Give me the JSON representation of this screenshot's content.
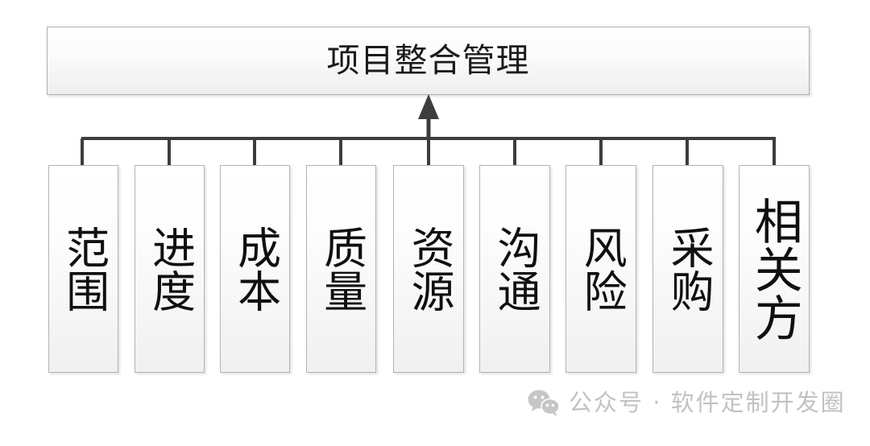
{
  "diagram": {
    "root": {
      "label": "项目整合管理"
    },
    "leaves": [
      {
        "label": "范围"
      },
      {
        "label": "进度"
      },
      {
        "label": "成本"
      },
      {
        "label": "质量"
      },
      {
        "label": "资源"
      },
      {
        "label": "沟通"
      },
      {
        "label": "风险"
      },
      {
        "label": "采购"
      },
      {
        "label": "相关方"
      }
    ],
    "colors": {
      "box_border": "#b4b4b4",
      "box_fill_top": "#ffffff",
      "box_fill_bottom": "#f0f0f0",
      "connector_line": "#3d3d3d",
      "text": "#101010"
    }
  },
  "watermark": {
    "icon": "wechat-icon",
    "text": "公众号 · 软件定制开发圈"
  }
}
